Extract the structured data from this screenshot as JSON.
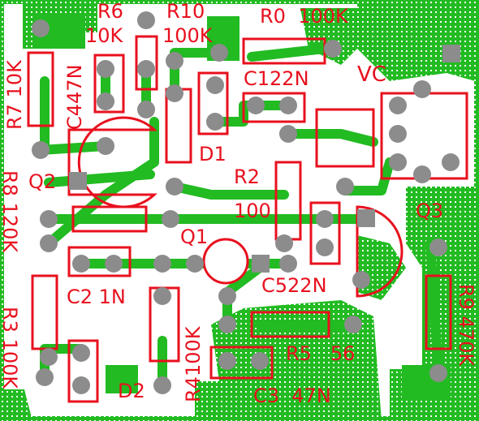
{
  "colors": {
    "copper": "#22bb22",
    "silk": "#e8101e",
    "pad": "#8c8c8c",
    "background": "#ffffff"
  },
  "labels": {
    "r6": "R6",
    "r6_val": "10K",
    "r10": "R10",
    "r10_val": "100K",
    "r0": "R0  100K",
    "r7": "R7 10K",
    "c4": "C447N",
    "c1": "C122N",
    "vc": "VC",
    "d1": "D1",
    "q2": "Q2",
    "r2": "R2",
    "r2_val": "100",
    "q3": "Q3",
    "q1": "Q1",
    "r8": "R8 120K",
    "c5": "C522N",
    "c2": "C2 1N",
    "r9": "R9 470K",
    "r3": "R3 100K",
    "r4": "R4100K",
    "r5": "R5   56",
    "d2": "D2",
    "c3": "C3  47N"
  }
}
